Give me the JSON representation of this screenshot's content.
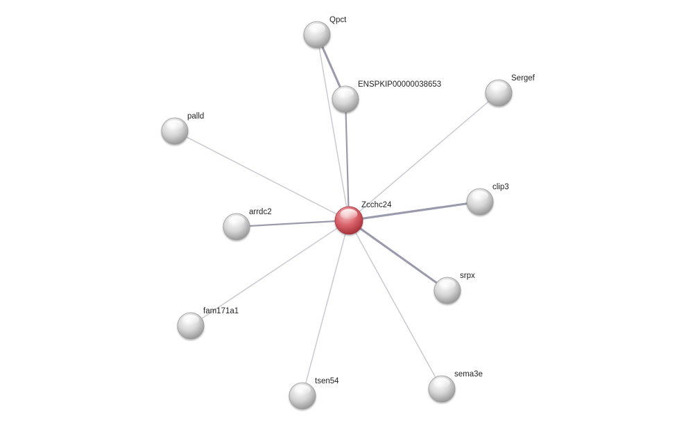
{
  "network": {
    "center": "Zcchc24",
    "nodes": [
      {
        "id": "Zcchc24",
        "label": "Zcchc24",
        "query": true
      },
      {
        "id": "Qpct",
        "label": "Qpct",
        "query": false
      },
      {
        "id": "ENSPKIP00000038653",
        "label": "ENSPKIP00000038653",
        "query": false
      },
      {
        "id": "Sergef",
        "label": "Sergef",
        "query": false
      },
      {
        "id": "palld",
        "label": "palld",
        "query": false
      },
      {
        "id": "clip3",
        "label": "clip3",
        "query": false
      },
      {
        "id": "arrdc2",
        "label": "arrdc2",
        "query": false
      },
      {
        "id": "srpx",
        "label": "srpx",
        "query": false
      },
      {
        "id": "fam171a1",
        "label": "fam171a1",
        "query": false
      },
      {
        "id": "tsen54",
        "label": "tsen54",
        "query": false
      },
      {
        "id": "sema3e",
        "label": "sema3e",
        "query": false
      }
    ],
    "edges": [
      {
        "source": "Zcchc24",
        "target": "Qpct",
        "evidence_channels": 1
      },
      {
        "source": "Zcchc24",
        "target": "ENSPKIP00000038653",
        "evidence_channels": 2
      },
      {
        "source": "Qpct",
        "target": "ENSPKIP00000038653",
        "evidence_channels": 3
      },
      {
        "source": "Zcchc24",
        "target": "Sergef",
        "evidence_channels": 1
      },
      {
        "source": "Zcchc24",
        "target": "palld",
        "evidence_channels": 1
      },
      {
        "source": "Zcchc24",
        "target": "clip3",
        "evidence_channels": 3
      },
      {
        "source": "Zcchc24",
        "target": "arrdc2",
        "evidence_channels": 2
      },
      {
        "source": "Zcchc24",
        "target": "srpx",
        "evidence_channels": 3
      },
      {
        "source": "Zcchc24",
        "target": "fam171a1",
        "evidence_channels": 1
      },
      {
        "source": "Zcchc24",
        "target": "tsen54",
        "evidence_channels": 1
      },
      {
        "source": "Zcchc24",
        "target": "sema3e",
        "evidence_channels": 1
      }
    ],
    "colors": {
      "query_node": "#d9626a",
      "query_node_highlight": "#f4c4c6",
      "query_node_shadow": "#a8343c",
      "node": "#d6d6d6",
      "node_highlight": "#ffffff",
      "node_shadow": "#9a9a9a",
      "edge_light": "#c9c9d1",
      "edge_dark": "#9a9aac"
    }
  }
}
